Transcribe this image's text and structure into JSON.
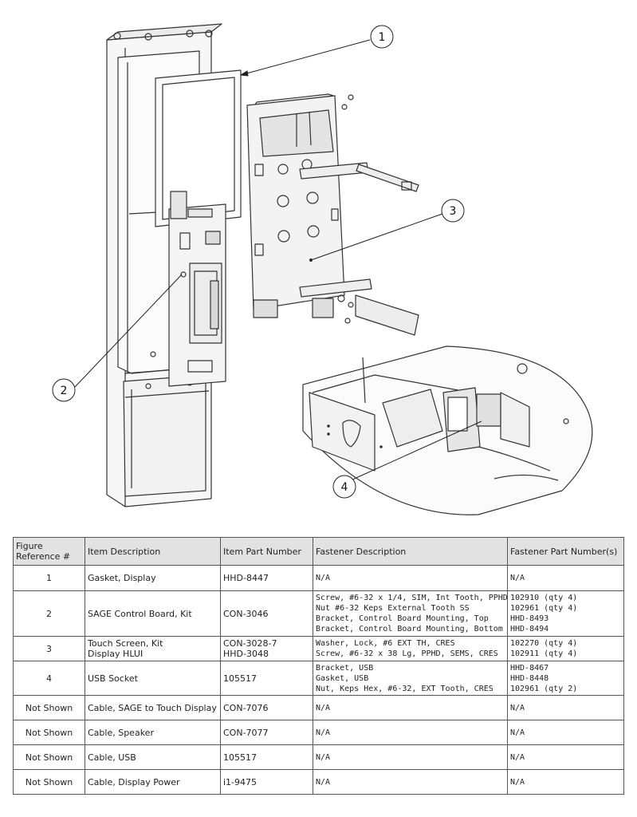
{
  "callouts": [
    "1",
    "2",
    "3",
    "4"
  ],
  "table": {
    "headers": {
      "figure_ref": [
        "Figure",
        "Reference #"
      ],
      "item_description": "Item Description",
      "item_part_number": "Item Part Number",
      "fastener_description": "Fastener Description",
      "fastener_part_numbers": "Fastener Part Number(s)"
    },
    "rows": [
      {
        "ref": "1",
        "item": [
          "Gasket, Display"
        ],
        "part": [
          "HHD-8447"
        ],
        "fastener": [
          "N/A"
        ],
        "fastener_parts": [
          "N/A"
        ]
      },
      {
        "ref": "2",
        "item": [
          "SAGE Control Board, Kit"
        ],
        "part": [
          "CON-3046"
        ],
        "fastener": [
          "Screw, #6-32 x 1/4, SIM, Int Tooth, PPHD",
          "Nut #6-32 Keps External Tooth SS",
          "Bracket, Control Board Mounting, Top",
          "Bracket, Control Board Mounting, Bottom"
        ],
        "fastener_parts": [
          "102910 (qty 4)",
          "102961 (qty 4)",
          "HHD-8493",
          "HHD-8494"
        ]
      },
      {
        "ref": "3",
        "item": [
          "Touch Screen, Kit",
          "Display HLUI"
        ],
        "part": [
          "CON-3028-7",
          "HHD-3048"
        ],
        "fastener": [
          "Washer, Lock, #6 EXT TH, CRES",
          "Screw, #6-32 x 38 Lg, PPHD, SEMS, CRES"
        ],
        "fastener_parts": [
          "102270 (qty 4)",
          "102911 (qty 4)"
        ]
      },
      {
        "ref": "4",
        "item": [
          "USB Socket"
        ],
        "part": [
          "105517"
        ],
        "fastener": [
          "Bracket, USB",
          "Gasket, USB",
          "Nut, Keps Hex, #6-32, EXT Tooth, CRES"
        ],
        "fastener_parts": [
          "HHD-8467",
          "HHD-8448",
          "102961 (qty 2)"
        ]
      },
      {
        "ref": "Not Shown",
        "item": [
          "Cable, SAGE to Touch Display"
        ],
        "part": [
          "CON-7076"
        ],
        "fastener": [
          "N/A"
        ],
        "fastener_parts": [
          "N/A"
        ]
      },
      {
        "ref": "Not Shown",
        "item": [
          "Cable, Speaker"
        ],
        "part": [
          "CON-7077"
        ],
        "fastener": [
          "N/A"
        ],
        "fastener_parts": [
          "N/A"
        ]
      },
      {
        "ref": "Not Shown",
        "item": [
          "Cable, USB"
        ],
        "part": [
          "105517"
        ],
        "fastener": [
          "N/A"
        ],
        "fastener_parts": [
          "N/A"
        ]
      },
      {
        "ref": "Not Shown",
        "item": [
          "Cable, Display Power"
        ],
        "part": [
          "i1-9475"
        ],
        "fastener": [
          "N/A"
        ],
        "fastener_parts": [
          "N/A"
        ]
      }
    ]
  }
}
